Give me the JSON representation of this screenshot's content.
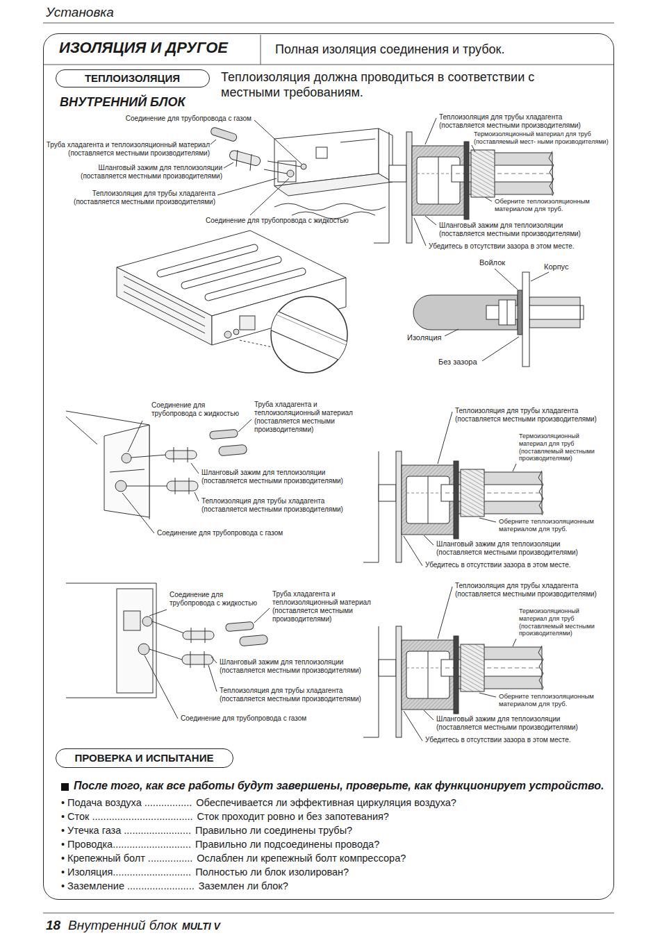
{
  "diagram": {
    "nodes": [
      {
        "text": [
          "ИЗОЛЯЦИЯ И ДРУГОЕ",
          "Полная изоляция соединения и трубок."
        ]
      },
      {
        "text": [
          "ТЕПЛОИЗОЛЯЦИЯ"
        ],
        "in": 0
      },
      {
        "text": [
          "ПРОВЕРКА И ИСПЫТАНИЕ"
        ],
        "in": 0
      }
    ],
    "labels": [
      "Установка",
      "Теплоизоляция должна проводиться в соответствии с местными требованиям.",
      "ВНУТРЕННИЙ БЛОК",
      "Соединение для трубопровода с газом",
      "Труба хладагента и теплоизоляционный материал (поставляется местными производителями)",
      "Шланговый зажим для теплоизоляции (поставляется местными производителями)",
      "Теплоизоляция для трубы хладагента (поставляется местными производителями)",
      "Соединение для трубопровода с жидкостью",
      "Теплоизоляция для трубы хладагента (поставляется местными производителями)",
      "Термоизоляционный материал для труб (поставляемый мест- ными производителями)",
      "Оберните теплоизоляционным материалом для труб.",
      "Шланговый зажим для теплоизоляции (поставляется местными производителями)",
      "Убедитесь в отсутствии зазора в этом месте.",
      "Войлок",
      "Корпус",
      "Изоляция",
      "Без зазора",
      "Соединение для трубопровода с жидкостью",
      "Труба хладагента и теплоизоляционный материал (поставляется местными производителями)",
      "Шланговый зажим для теплоизоляции (поставляется местными производителями)",
      "Теплоизоляция для трубы хладагента (поставляется местными производителями)",
      "Соединение для трубопровода с газом",
      "Теплоизоляция для трубы хладагента (поставляется местными производителями)",
      "Термоизоляционный материал для труб (поставляемый местными производителями)",
      "Оберните теплоизоляционным материалом для труб.",
      "Шланговый зажим для теплоизоляции (поставляется местными производителями)",
      "Убедитесь в отсутствии зазора в этом месте.",
      "Соединение для трубопровода с жидкостью",
      "Труба хладагента и теплоизоляционный материал (поставляется местными производителями)",
      "Шланговый зажим для теплоизоляции (поставляется местными производителями)",
      "Теплоизоляция для трубы хладагента (поставляется местными производителями)",
      "Соединение для трубопровода с газом",
      "Теплоизоляция для трубы хладагента (поставляется местными производителями)",
      "Термоизоляционный материал для труб (поставляемый местными производителями)",
      "Оберните теплоизоляционным материалом для труб.",
      "Шланговый зажим для теплоизоляции (поставляется местными производителями)",
      "Убедитесь в отсутствии зазора в этом месте.",
      "После того, как все работы будут завершены, проверьте, как функционирует устройство.",
      "• Подача воздуха .................",
      "Обеспечивается ли эффективная циркуляция воздуха?",
      "• Сток ....................................",
      "Сток проходит ровно и без запотевания?",
      "• Утечка газа ........................",
      "Правильно ли соединены трубы?",
      "• Проводка............................",
      "Правильно ли подсоединены провода?",
      "• Крепежный болт ................",
      "Ослаблен ли крепежный болт компрессора?",
      "• Изоляция............................",
      "Полностью ли блок изолирован?",
      "• Заземление ........................",
      "Заземлен ли блок?",
      "18",
      "Внутренний блок",
      "MULTI V"
    ]
  }
}
